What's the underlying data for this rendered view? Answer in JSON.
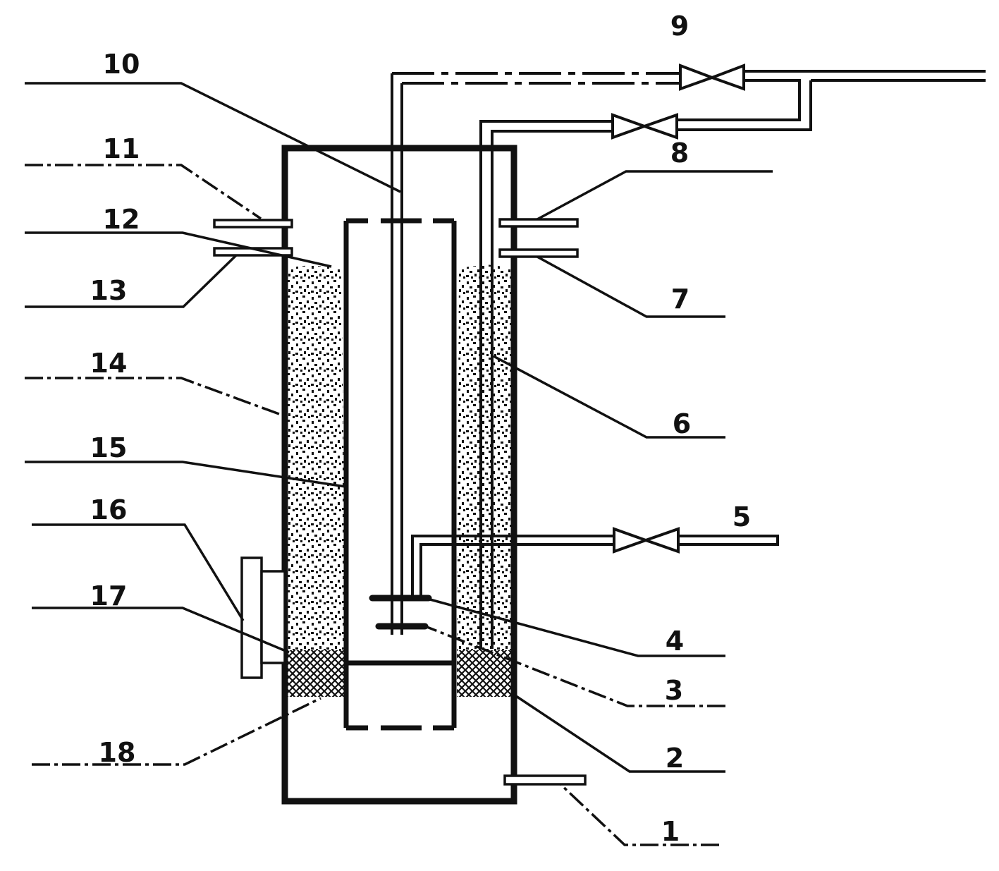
{
  "labels": [
    {
      "id": "1",
      "text": "1"
    },
    {
      "id": "2",
      "text": "2"
    },
    {
      "id": "3",
      "text": "3"
    },
    {
      "id": "4",
      "text": "4"
    },
    {
      "id": "5",
      "text": "5"
    },
    {
      "id": "6",
      "text": "6"
    },
    {
      "id": "7",
      "text": "7"
    },
    {
      "id": "8",
      "text": "8"
    },
    {
      "id": "9",
      "text": "9"
    },
    {
      "id": "10",
      "text": "10"
    },
    {
      "id": "11",
      "text": "11"
    },
    {
      "id": "12",
      "text": "12"
    },
    {
      "id": "13",
      "text": "13"
    },
    {
      "id": "14",
      "text": "14"
    },
    {
      "id": "15",
      "text": "15"
    },
    {
      "id": "16",
      "text": "16"
    },
    {
      "id": "17",
      "text": "17"
    },
    {
      "id": "18",
      "text": "18"
    }
  ],
  "colors": {
    "line": "#111111",
    "background": "#ffffff",
    "packing_dots": "#111111"
  }
}
